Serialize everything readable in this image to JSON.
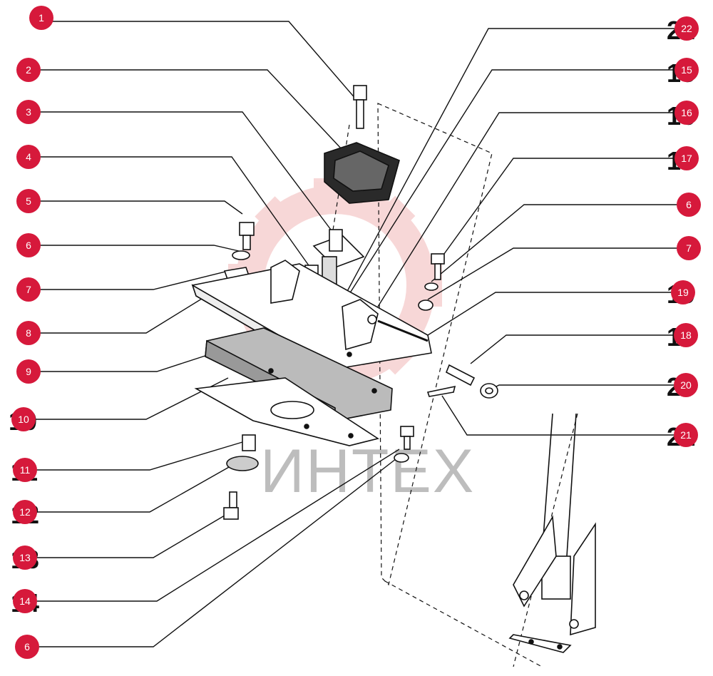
{
  "watermark": {
    "text": "ИНТЕХ",
    "color": "#b0b0b0",
    "gear_color": "#f2b8b8"
  },
  "callout_color": "#d6193b",
  "callouts_left": [
    "1",
    "2",
    "3",
    "4",
    "5",
    "6",
    "7",
    "8",
    "9",
    "10",
    "11",
    "12",
    "13",
    "14",
    "6"
  ],
  "callouts_right": [
    "22",
    "15",
    "16",
    "17",
    "6",
    "7",
    "19",
    "18",
    "20",
    "21"
  ],
  "ghost_labels": [
    "22",
    "15",
    "16",
    "17",
    "19",
    "18",
    "20",
    "21",
    "10",
    "11",
    "12",
    "13",
    "14"
  ]
}
